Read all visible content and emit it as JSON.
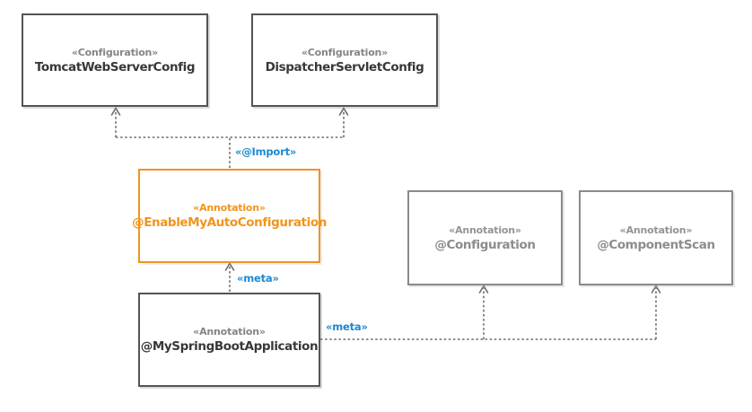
{
  "nodes": {
    "tomcat_web_server_config": {
      "stereotype": "«Configuration»",
      "name": "TomcatWebServerConfig"
    },
    "dispatcher_servlet_config": {
      "stereotype": "«Configuration»",
      "name": "DispatcherServletConfig"
    },
    "enable_my_auto_configuration": {
      "stereotype": "«Annotation»",
      "name": "@EnableMyAutoConfiguration"
    },
    "my_spring_boot_application": {
      "stereotype": "«Annotation»",
      "name": "@MySpringBootApplication"
    },
    "configuration": {
      "stereotype": "«Annotation»",
      "name": "@Configuration"
    },
    "component_scan": {
      "stereotype": "«Annotation»",
      "name": "@ComponentScan"
    }
  },
  "edge_labels": {
    "import": "«@Import»",
    "meta_enable": "«meta»",
    "meta_right": "«meta»"
  },
  "colors": {
    "background": "#ffffff",
    "dark_box_border": "#545454",
    "dark_box_text": "#383838",
    "stereotype_text": "#858585",
    "gray_box_border": "#8a8a8a",
    "gray_box_text": "#8c8c8c",
    "highlight_orange": "#f0941f",
    "edge_label_blue": "#1e88d1",
    "connector_gray": "#6b6b6b"
  }
}
